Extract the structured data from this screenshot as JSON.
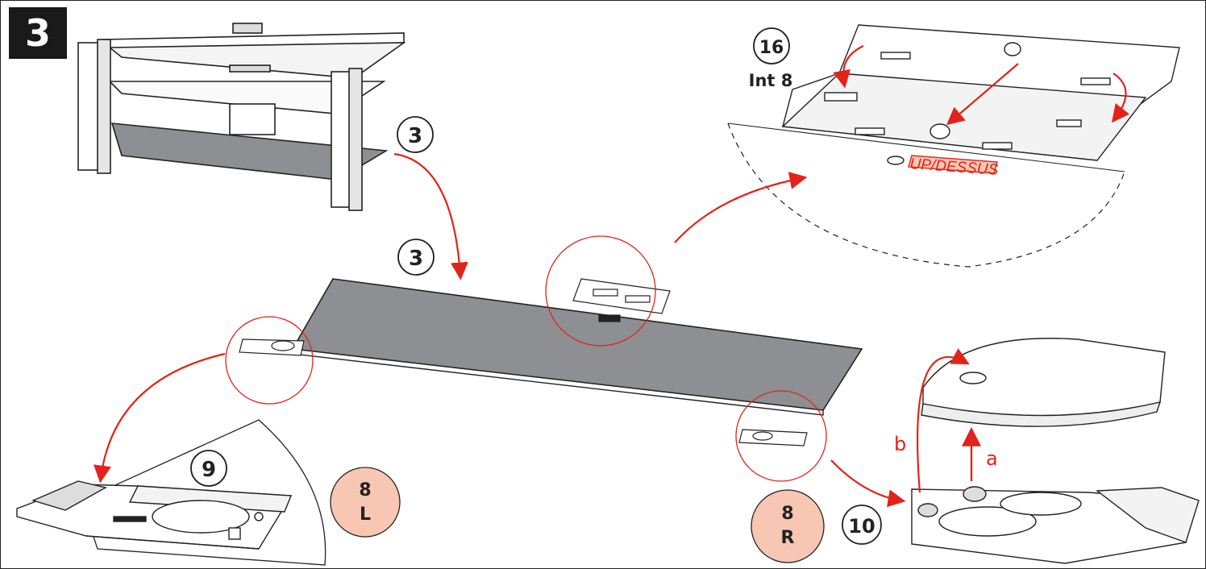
{
  "step_number": "3",
  "callouts": {
    "part_3_top": "3",
    "part_3_mid": "3",
    "part_16": "16",
    "int_label": "Int 8",
    "part_9": "9",
    "part_10": "10",
    "badge_left_num": "8",
    "badge_left_side": "L",
    "badge_right_num": "8",
    "badge_right_side": "R",
    "up_label": "UP/DESSUS",
    "arrow_a": "a",
    "arrow_b": "b"
  },
  "colors": {
    "accent_red": "#e2231a",
    "badge_fill": "#f8c7b3",
    "glass_grey": "#8d8f92"
  }
}
